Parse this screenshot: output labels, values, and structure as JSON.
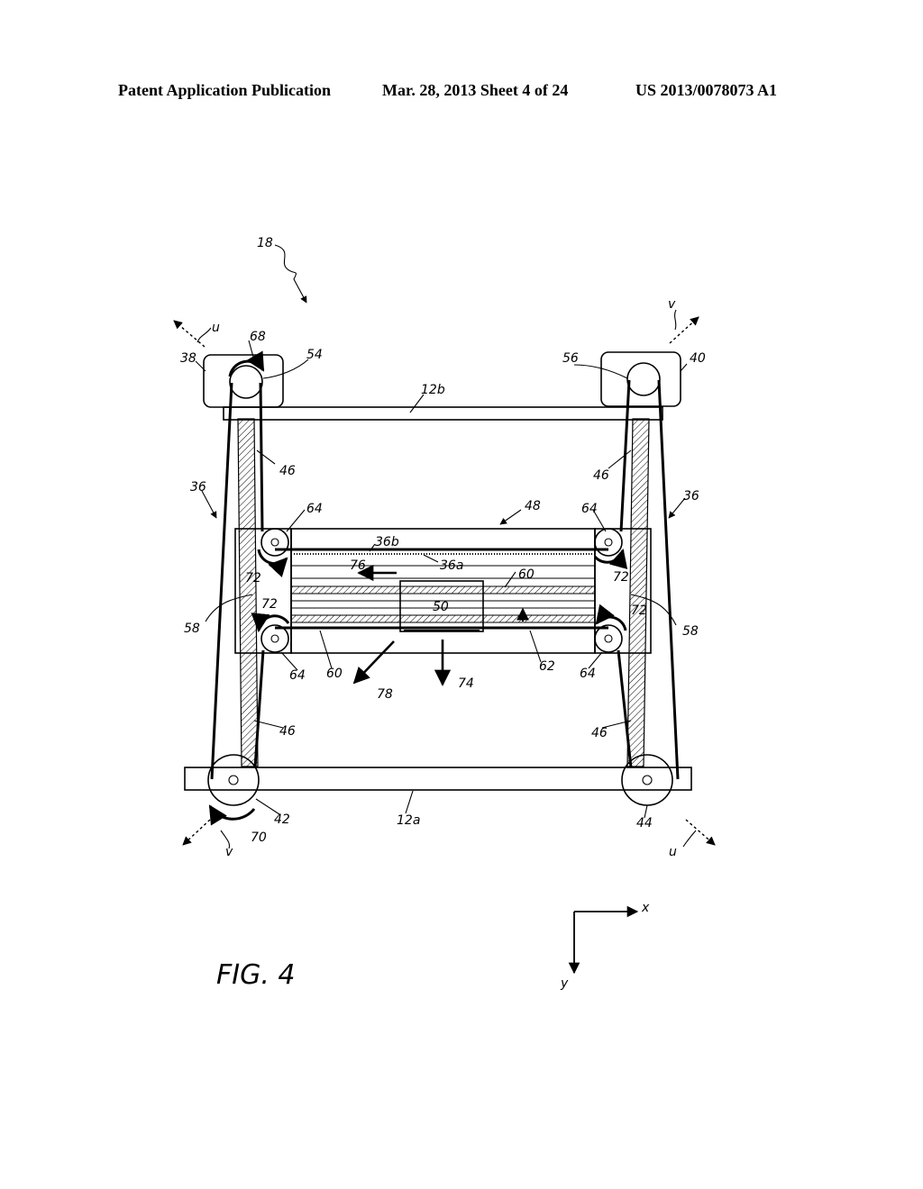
{
  "header": {
    "left": "Patent Application Publication",
    "middle": "Mar. 28, 2013  Sheet 4 of 24",
    "right": "US 2013/0078073 A1"
  },
  "figure": {
    "title": "FIG. 4",
    "labels": {
      "n18": "18",
      "n38": "38",
      "n68": "68",
      "n54": "54",
      "u_top": "u",
      "n56": "56",
      "n40": "40",
      "v_top": "v",
      "n12b": "12b",
      "n46_ul": "46",
      "n46_ur": "46",
      "n36_l": "36",
      "n36_r": "36",
      "n64_ul": "64",
      "n48": "48",
      "n64_ur": "64",
      "n36b": "36b",
      "n36a": "36a",
      "n72_ul": "72",
      "n76": "76",
      "n60_top": "60",
      "n72_ur": "72",
      "n58_l": "58",
      "n50": "50",
      "n72_ll": "72",
      "n72_lr": "72",
      "n58_r": "58",
      "n64_ll": "64",
      "n60_bot": "60",
      "n62": "62",
      "n64_lr": "64",
      "n78": "78",
      "n74": "74",
      "n46_ll": "46",
      "n46_lr": "46",
      "n12a": "12a",
      "n42": "42",
      "n70": "70",
      "v_bot": "v",
      "n44": "44",
      "u_bot": "u",
      "axis_x": "x",
      "axis_y": "y"
    }
  }
}
